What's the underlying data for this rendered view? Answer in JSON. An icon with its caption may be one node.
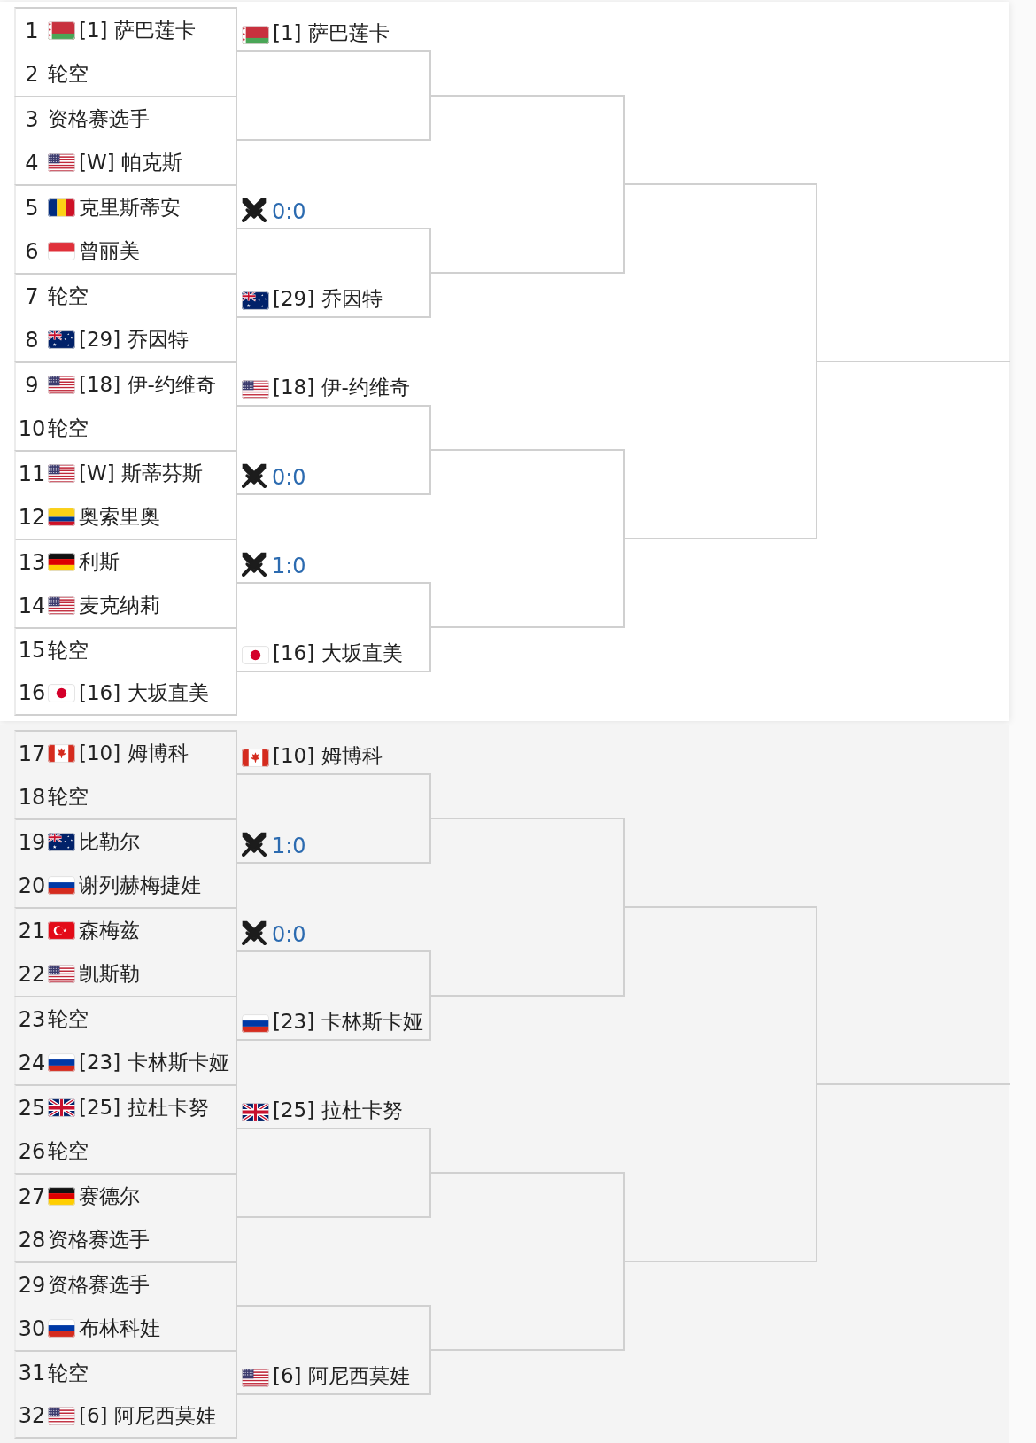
{
  "diagram": {
    "nodes": [
      {
        "text": [
          "1",
          "[1] 萨巴莲卡",
          "2",
          "轮空"
        ]
      },
      {
        "text": [
          "3",
          "资格赛选手",
          "4",
          "[W] 帕克斯"
        ]
      },
      {
        "text": [
          "5",
          "克里斯蒂安",
          "6",
          "曾丽美"
        ]
      },
      {
        "text": [
          "7",
          "轮空",
          "8",
          "[29] 乔因特"
        ]
      },
      {
        "text": [
          "9",
          "[18] 伊-约维奇",
          "10",
          "轮空"
        ]
      },
      {
        "text": [
          "11",
          "[W] 斯蒂芬斯",
          "12",
          "奥索里奥"
        ]
      },
      {
        "text": [
          "13",
          "利斯",
          "14",
          "麦克纳莉"
        ]
      },
      {
        "text": [
          "15",
          "轮空",
          "16",
          "[16] 大坂直美"
        ]
      },
      {
        "text": [
          "17",
          "[10] 姆博科",
          "18",
          "轮空"
        ]
      },
      {
        "text": [
          "19",
          "比勒尔",
          "20",
          "谢列赫梅捷娃"
        ]
      },
      {
        "text": [
          "21",
          "森梅兹",
          "22",
          "凯斯勒"
        ]
      },
      {
        "text": [
          "23",
          "轮空",
          "24",
          "[23] 卡林斯卡娅"
        ]
      },
      {
        "text": [
          "25",
          "[25] 拉杜卡努",
          "26",
          "轮空"
        ]
      },
      {
        "text": [
          "27",
          "赛德尔",
          "28",
          "资格赛选手"
        ]
      },
      {
        "text": [
          "29",
          "资格赛选手",
          "30",
          "布林科娃"
        ]
      },
      {
        "text": [
          "31",
          "轮空",
          "32",
          "[6] 阿尼西莫娃"
        ]
      },
      {
        "text": [
          "[1] 萨巴莲卡"
        ]
      },
      {
        "text": [],
        "shape": "line"
      },
      {
        "text": [
          "0:0"
        ]
      },
      {
        "text": [
          "[29] 乔因特"
        ]
      },
      {
        "text": [
          "[18] 伊-约维奇"
        ]
      },
      {
        "text": [
          "0:0"
        ]
      },
      {
        "text": [
          "1:0"
        ]
      },
      {
        "text": [
          "[16] 大坂直美"
        ]
      },
      {
        "text": [
          "[10] 姆博科"
        ]
      },
      {
        "text": [
          "1:0"
        ]
      },
      {
        "text": [
          "0:0"
        ]
      },
      {
        "text": [
          "[23] 卡林斯卡娅"
        ]
      },
      {
        "text": [
          "[25] 拉杜卡努"
        ]
      },
      {
        "text": [],
        "shape": "line"
      },
      {
        "text": [],
        "shape": "line"
      },
      {
        "text": [
          "[6] 阿尼西莫娃"
        ]
      }
    ],
    "edges": [
      {
        "from": 16,
        "to": null,
        "arrow": "none"
      },
      {
        "from": 17,
        "to": null,
        "arrow": "none"
      },
      {
        "from": 18,
        "to": null,
        "arrow": "none"
      },
      {
        "from": 19,
        "to": null,
        "arrow": "none"
      },
      {
        "from": 20,
        "to": null,
        "arrow": "none"
      },
      {
        "from": 21,
        "to": null,
        "arrow": "none"
      },
      {
        "from": 22,
        "to": null,
        "arrow": "none"
      },
      {
        "from": 23,
        "to": null,
        "arrow": "none"
      },
      {
        "from": 24,
        "to": null,
        "arrow": "none"
      },
      {
        "from": 25,
        "to": null,
        "arrow": "none"
      },
      {
        "from": 26,
        "to": null,
        "arrow": "none"
      },
      {
        "from": 27,
        "to": null,
        "arrow": "none"
      },
      {
        "from": 28,
        "to": null,
        "arrow": "none"
      },
      {
        "from": 29,
        "to": null,
        "arrow": "none"
      },
      {
        "from": 30,
        "to": null,
        "arrow": "none"
      },
      {
        "from": 31,
        "to": null,
        "arrow": "none"
      }
    ]
  }
}
